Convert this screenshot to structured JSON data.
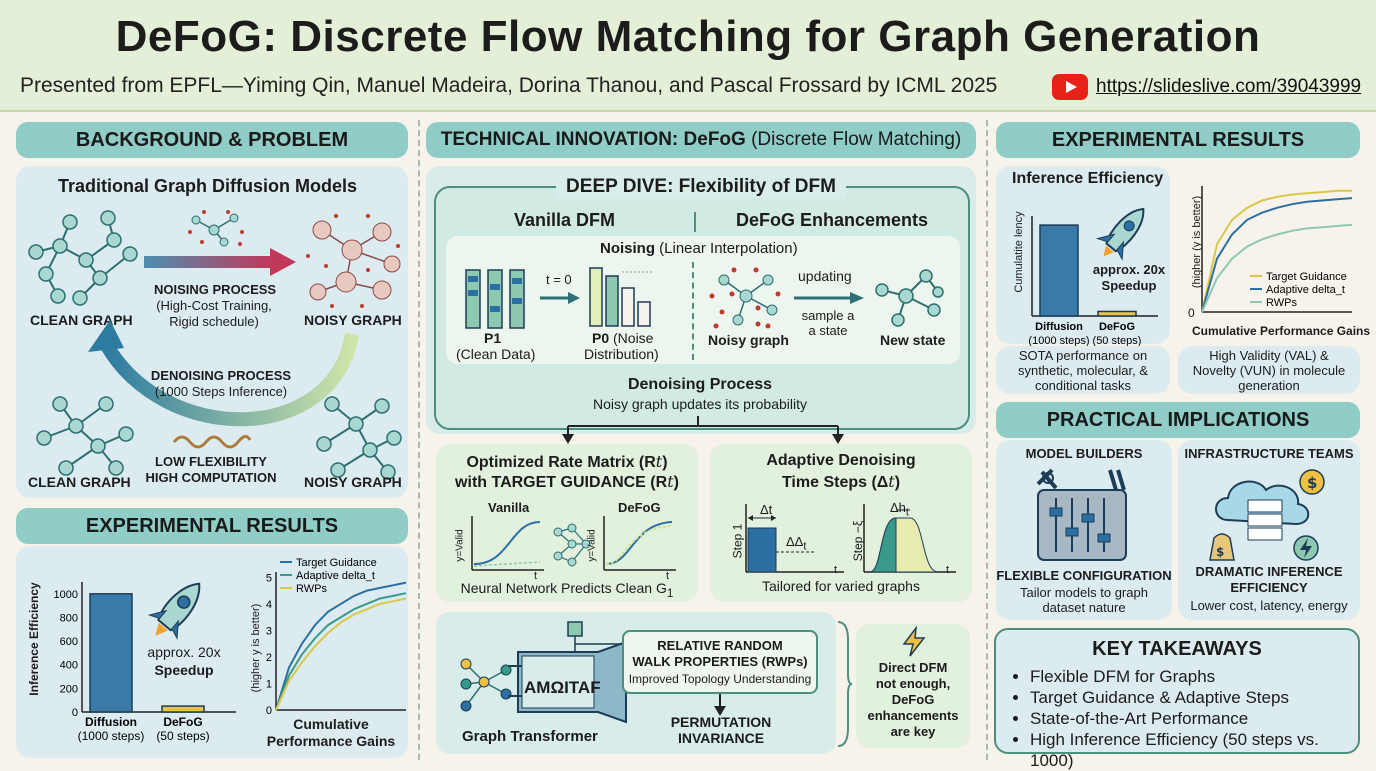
{
  "header": {
    "title": "DeFoG: Discrete Flow Matching for Graph Generation",
    "subtitle": "Presented from EPFL—Yiming Qin, Manuel Madeira, Dorina Thanou, and Pascal Frossard by ICML 2025",
    "link": "https://slideslive.com/39043999",
    "icon": "youtube-icon"
  },
  "background": {
    "heading": "BACKGROUND & PROBLEM",
    "panel_title": "Traditional Graph Diffusion Models",
    "clean_graph": "CLEAN GRAPH",
    "noisy_graph": "NOISY GRAPH",
    "noising_title": "NOISING PROCESS",
    "noising_desc1": "(High-Cost Training,",
    "noising_desc2": "Rigid schedule)",
    "denoising_title": "DENOISING PROCESS",
    "denoising_desc": "(1000 Steps Inference)",
    "low_flex": "LOW FLEXIBILITY",
    "high_comp": "HIGH COMPUTATION",
    "clean_graph2": "CLEAN GRAPH",
    "noisy_graph2": "NOISY GRAPH"
  },
  "left_results": {
    "heading": "EXPERIMENTAL RESULTS",
    "ylabel": "Inference Efficiency",
    "speedup1": "approx. 20x",
    "speedup2": "Speedup",
    "y2label": "(higher y is better)",
    "xlabel1": "Cumulative",
    "xlabel2": "Performance Gains"
  },
  "technical": {
    "heading_bold": "TECHNICAL INNOVATION: DeFoG",
    "heading_rest": " (Discrete Flow Matching)",
    "deep_dive": "DEEP DIVE: Flexibility of DFM",
    "vanilla": "Vanilla DFM",
    "enhancements": "DeFoG Enhancements",
    "noising_bold": "Noising",
    "noising_rest": " (Linear Interpolation)",
    "t0": "t = 0",
    "p1": "P1",
    "p1_desc": "(Clean Data)",
    "p0": "P0",
    "p0_desc1": "(Noise",
    "p0_desc2": "Distribution)",
    "noisy_graph": "Noisy graph",
    "updating": "updating",
    "sample1": "sample a",
    "sample2": "a state",
    "new_state": "New state",
    "denoising_title": "Denoising Process",
    "denoising_desc": "Noisy graph updates its probability",
    "rate_title1": "Optimized Rate Matrix (R",
    "rate_title2": "with TARGET GUIDANCE (R",
    "vanilla_lbl": "Vanilla",
    "defog_lbl": "DeFoG",
    "y_valid": "y=Valid",
    "t_lbl": "t",
    "nn_predicts": "Neural Network Predicts Clean G",
    "adaptive_title1": "Adaptive Denoising",
    "adaptive_title2": "Time Steps (Δ",
    "step1": "Step 1",
    "step2": "Step −ξ",
    "delta_t": "Δt",
    "delta_t2": "ΔΔ",
    "delta_ht": "Δh",
    "tailored": "Tailored for varied graphs",
    "rwp_title1": "RELATIVE RANDOM",
    "rwp_title2": "WALK PROPERTIES (RWPs)",
    "rwp_desc": "Improved Topology Understanding",
    "perm1": "PERMUTATION",
    "perm2": "INVARIANCE",
    "transformer_text": "AMΩITAF",
    "graph_transformer": "Graph Transformer",
    "direct1": "Direct DFM",
    "direct2": "not enough,",
    "direct3": "DeFoG",
    "direct4": "enhancements",
    "direct5": "are key"
  },
  "right_results": {
    "heading": "EXPERIMENTAL RESULTS",
    "inference_title": "Inference Efficiency",
    "ylabel": "Cumulatite lency",
    "speedup1": "approx. 20x",
    "speedup2": "Speedup",
    "y2label": "(higher (y is better)",
    "xlabel": "Cumulative Performance Gains",
    "zero": "0",
    "sota1": "SOTA performance on",
    "sota2": "synthetic, molecular, &",
    "sota3": "conditional tasks",
    "val1": "High Validity (VAL) &",
    "val2": "Novelty (VUN) in molecule",
    "val3": "generation"
  },
  "practical": {
    "heading": "PRACTICAL IMPLICATIONS",
    "model_builders": "MODEL BUILDERS",
    "infra_teams": "INFRASTRUCTURE TEAMS",
    "flex_config": "FLEXIBLE CONFIGURATION",
    "flex_desc1": "Tailor models to graph",
    "flex_desc2": "dataset nature",
    "dramatic1": "DRAMATIC INFERENCE",
    "dramatic2": "EFFICIENCY",
    "dramatic_desc": "Lower cost, latency, energy"
  },
  "takeaways": {
    "heading": "KEY TAKEAWAYS",
    "items": [
      "Flexible DFM for Graphs",
      "Target Guidance & Adaptive Steps",
      "State-of-the-Art Performance",
      "High Inference Efficiency (50 steps vs. 1000)"
    ]
  },
  "chart_data": [
    {
      "type": "bar",
      "categories": [
        "Diffusion\n(1000 steps)",
        "DeFoG\n(50 steps)"
      ],
      "values": [
        1000,
        50
      ],
      "ylabel": "Inference Efficiency",
      "yticks": [
        0,
        200,
        400,
        600,
        800,
        1000
      ],
      "ylim": [
        0,
        1100
      ]
    },
    {
      "type": "line",
      "ylabel": "(higher y is better)",
      "xlabel": "Cumulative Performance Gains",
      "yticks": [
        0,
        1,
        2,
        3,
        4,
        5
      ],
      "ylim": [
        0,
        5.2
      ],
      "x": [
        0,
        1,
        2,
        3,
        4,
        5,
        6,
        7,
        8,
        9,
        10
      ],
      "series": [
        {
          "name": "Target Guidance",
          "color": "#2b6fa3",
          "values": [
            0,
            1.6,
            2.5,
            3.2,
            3.7,
            4.0,
            4.3,
            4.5,
            4.6,
            4.7,
            4.8
          ]
        },
        {
          "name": "Adaptive delta_t",
          "color": "#3a9a8a",
          "values": [
            0,
            1.3,
            2.1,
            2.7,
            3.2,
            3.5,
            3.8,
            4.0,
            4.2,
            4.3,
            4.4
          ]
        },
        {
          "name": "RWPs",
          "color": "#d8c84a",
          "values": [
            0,
            1.1,
            1.8,
            2.4,
            2.9,
            3.3,
            3.6,
            3.8,
            4.0,
            4.1,
            4.2
          ]
        }
      ],
      "legend": "top-right",
      "grid": false
    },
    {
      "type": "bar",
      "categories": [
        "Diffusion\n(1000 steps)",
        "DeFoG\n(50 steps)"
      ],
      "values": [
        1000,
        50
      ],
      "ylabel": "Cumulatite lency",
      "ylim": [
        0,
        1100
      ]
    },
    {
      "type": "line",
      "ylabel": "(higher (y is better)",
      "xlabel": "Cumulative Performance Gains",
      "yticks": [
        0
      ],
      "x": [
        0,
        1,
        2,
        3,
        4,
        5,
        6,
        7,
        8,
        9,
        10
      ],
      "series": [
        {
          "name": "Target Guidance",
          "color": "#d8c84a",
          "values": [
            0,
            2.8,
            3.8,
            4.3,
            4.6,
            4.75,
            4.85,
            4.9,
            4.95,
            5.0,
            5.0
          ]
        },
        {
          "name": "Adaptive delta_t",
          "color": "#2b6fa3",
          "values": [
            0,
            2.2,
            3.2,
            3.8,
            4.1,
            4.3,
            4.45,
            4.55,
            4.6,
            4.65,
            4.7
          ]
        },
        {
          "name": "RWPs",
          "color": "#8cc9b0",
          "values": [
            0,
            1.4,
            2.2,
            2.7,
            3.0,
            3.2,
            3.35,
            3.45,
            3.5,
            3.55,
            3.6
          ]
        }
      ],
      "legend": "bottom-right",
      "grid": false
    }
  ]
}
